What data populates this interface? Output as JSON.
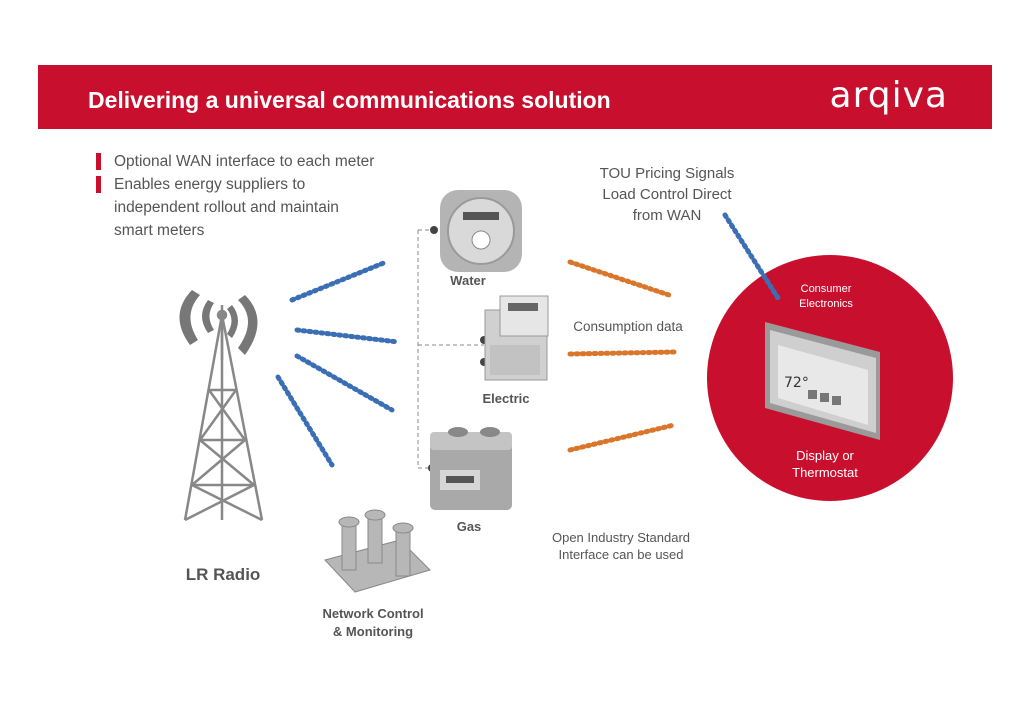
{
  "header": {
    "title": "Delivering a universal communications solution",
    "logo": "arqiva",
    "color": "#c8102e"
  },
  "bullets": [
    "Optional WAN interface to each meter",
    "Enables energy suppliers to",
    "independent rollout and maintain",
    "smart meters"
  ],
  "labels": {
    "tou_line1": "TOU Pricing Signals",
    "tou_line2": "Load Control Direct",
    "tou_line3": "from WAN",
    "water": "Water",
    "electric": "Electric",
    "gas": "Gas",
    "consumption": "Consumption data",
    "open_std_line1": "Open Industry Standard",
    "open_std_line2": "Interface can be used",
    "lr_radio": "LR Radio",
    "network_line1": "Network Control",
    "network_line2": "& Monitoring",
    "consumer_line1": "Consumer",
    "consumer_line2": "Electronics",
    "display_line1": "Display or",
    "display_line2": "Thermostat",
    "thermostat_value": "72°"
  },
  "colors": {
    "radio_signal": "#3a6fb5",
    "home_signal": "#d9762b"
  }
}
